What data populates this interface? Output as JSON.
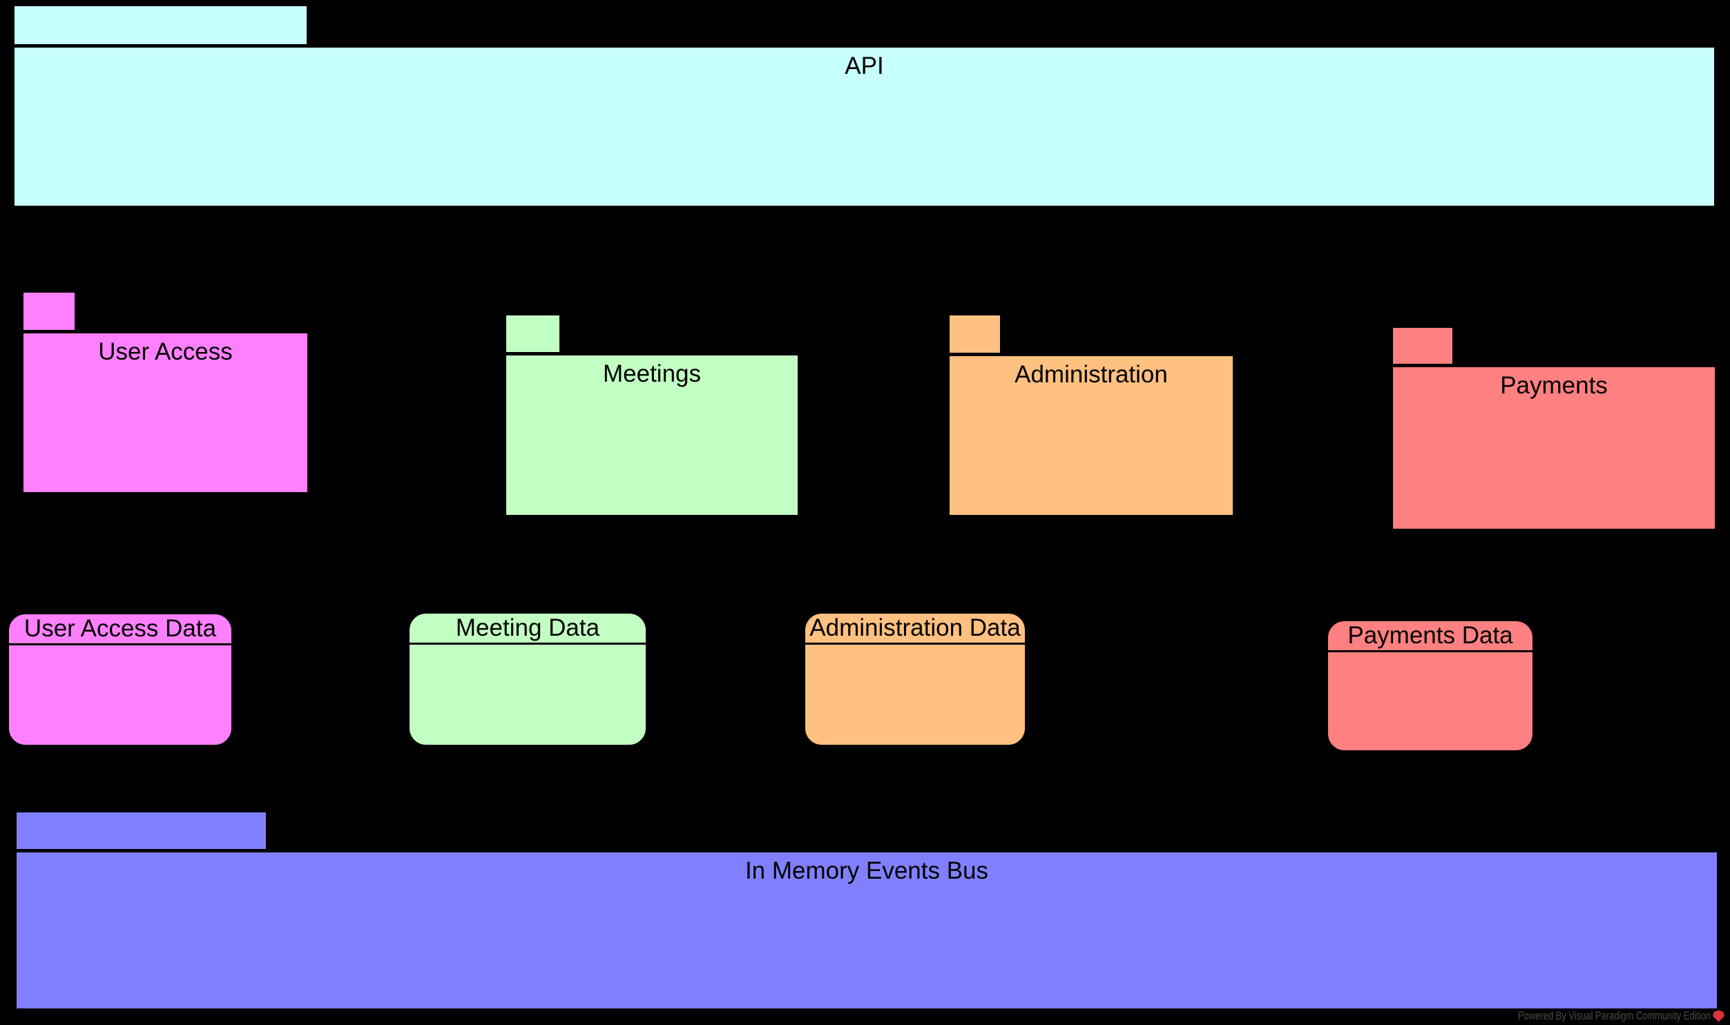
{
  "colors": {
    "background": "#000000",
    "border": "#000000",
    "watermark_text": "#4b4b4b",
    "logo_red": "#d6363b"
  },
  "packages": [
    {
      "name": "api",
      "label": "API",
      "fill": "#c8ffff"
    },
    {
      "name": "user-access",
      "label": "User Access",
      "fill": "#ff80ff"
    },
    {
      "name": "meetings",
      "label": "Meetings",
      "fill": "#c2ffc2"
    },
    {
      "name": "administration",
      "label": "Administration",
      "fill": "#ffc080"
    },
    {
      "name": "payments",
      "label": "Payments",
      "fill": "#ff8080"
    },
    {
      "name": "in-memory-events-bus",
      "label": "In Memory Events Bus",
      "fill": "#8080ff"
    }
  ],
  "datastores": [
    {
      "name": "user-access-data",
      "label": "User Access Data",
      "fill": "#ff80ff"
    },
    {
      "name": "meeting-data",
      "label": "Meeting Data",
      "fill": "#c2ffc2"
    },
    {
      "name": "administration-data",
      "label": "Administration Data",
      "fill": "#ffc080"
    },
    {
      "name": "payments-data",
      "label": "Payments Data",
      "fill": "#ff8080"
    }
  ],
  "watermark": {
    "text": "Powered By Visual Paradigm Community Edition"
  }
}
